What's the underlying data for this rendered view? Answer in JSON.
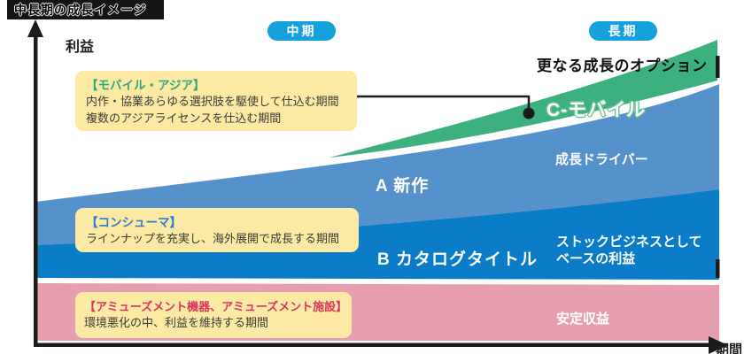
{
  "header": {
    "title": "中長期の成長イメージ"
  },
  "axes": {
    "y_label": "利益",
    "x_label": "期間"
  },
  "badges": {
    "mid_term": "中期",
    "long_term": "長期"
  },
  "callouts": [
    {
      "title": "【モバイル・アジア】",
      "lines": [
        "内作・協業あらゆる選択肢を駆使して仕込む期間",
        "複数のアジアライセンスを仕込む期間"
      ]
    },
    {
      "title": "【コンシューマ】",
      "lines": [
        "ラインナップを充実し、海外展開で成長する期間"
      ]
    },
    {
      "title": "【アミューズメント機器、アミューズメント施設】",
      "lines": [
        "環境悪化の中、利益を維持する期間"
      ]
    }
  ],
  "areas": {
    "c": {
      "label": "C-モバイル",
      "annotation": "更なる成長のオプション"
    },
    "a": {
      "label": "A 新作",
      "annotation": "成長ドライバー"
    },
    "b": {
      "label": "B カタログタイトル",
      "annotation_lines": [
        "ストックビジネスとして",
        "ベースの利益"
      ]
    },
    "amusement": {
      "annotation": "安定収益"
    }
  },
  "colors": {
    "badge": "#14a1dc",
    "area_green": "#3db080",
    "area_blue_light": "#5591cb",
    "area_blue_dark": "#0b7cc8",
    "area_pink": "#e79fb0",
    "callout": "#fce9a4",
    "title_green": "#2baa7c",
    "title_blue": "#2b7ec9",
    "title_red": "#d8365f",
    "c_glow": "#6cc497",
    "axis": "#1b1b1b"
  }
}
